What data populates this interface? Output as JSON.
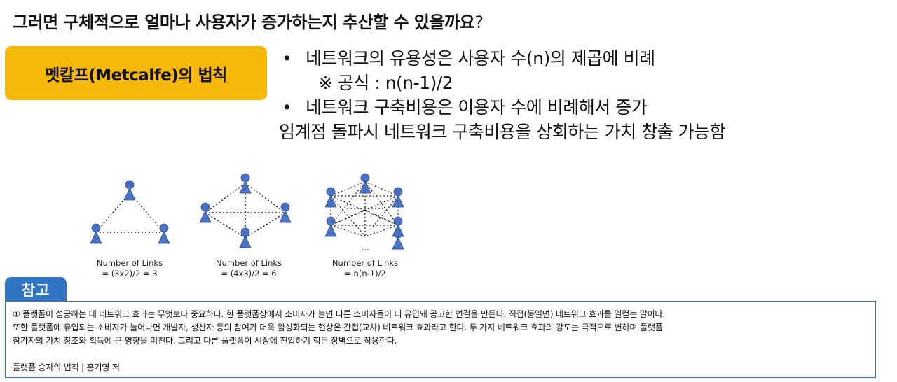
{
  "header": {
    "title": "그러면 구체적으로 얼마나 사용자가 증가하는지 추산할 수 있을까요",
    "title_mark": "?"
  },
  "law": {
    "label": "멧칼프(Metcalfe)의 법칙",
    "color": "#f6b80b"
  },
  "bullets": {
    "bullet_char": "•",
    "line1": "네트워크의 유용성은 사용자 수(n)의 제곱에 비례",
    "formula": "※ 공식 : n(n-1)/2",
    "line2": "네트워크 구축비용은 이용자 수에 비례해서 증가",
    "line3": "임계점 돌파시 네트워크 구축비용을 상회하는 가치 창출 가능함"
  },
  "figure": {
    "node_color": "#4a72c4",
    "networks": [
      {
        "caption_1": "Number of Links",
        "caption_2": "= (3x2)/2 = 3"
      },
      {
        "caption_1": "Number of Links",
        "caption_2": "= (4x3)/2 = 6"
      },
      {
        "caption_1": "Number of Links",
        "caption_2": "= n(n-1)/2",
        "ellipsis": "..."
      }
    ]
  },
  "reference": {
    "tab_label": "참고",
    "accent_color": "#2f75c4",
    "paragraph_1": "① 플랫폼이 성공하는 데 네트워크 효과는 무엇보다 중요하다. 한 플랫폼상에서 소비자가 늘면 다른 소비자들이 더 유입돼 공고한 연결을 만든다. 직접(동일면) 네트워크 효과를 일컫는 말이다.",
    "paragraph_2": "또한 플랫폼에 유입되는 소비자가 늘어나면 개발자, 생산자 등의 참여가 더욱 활성화되는 현상은 간접(교차) 네트워크 효과라고 한다. 두 가지 네트워크 효과의 강도는 극적으로 변하며 플랫폼",
    "paragraph_3": "참가자의 가치 창조와 획득에 큰 영향을 미친다. 그리고 다른 플랫폼이 시장에 진입하기 힘든 장벽으로 작용한다.",
    "source": "플랫폼 승자의 법칙 | 홍기영 저"
  }
}
